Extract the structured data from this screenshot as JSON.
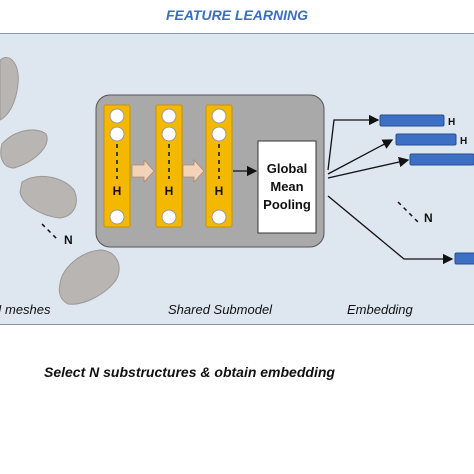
{
  "title": "FEATURE LEARNING",
  "hidden_label": "H",
  "n_label": "N",
  "meshes_label": "N meshes",
  "pooling": {
    "line1": "Global",
    "line2": "Mean",
    "line3": "Pooling"
  },
  "shared_label": "Shared Submodel",
  "embedding_label": "Embedding",
  "bottom_caption": "Select N substructures & obtain embedding",
  "colors": {
    "column": "#f5b800",
    "node": "#ffffff",
    "submodel_box": "#a9a9a9",
    "embedding_bar": "#3d6fc4",
    "mesh": "#b9b5b2"
  }
}
